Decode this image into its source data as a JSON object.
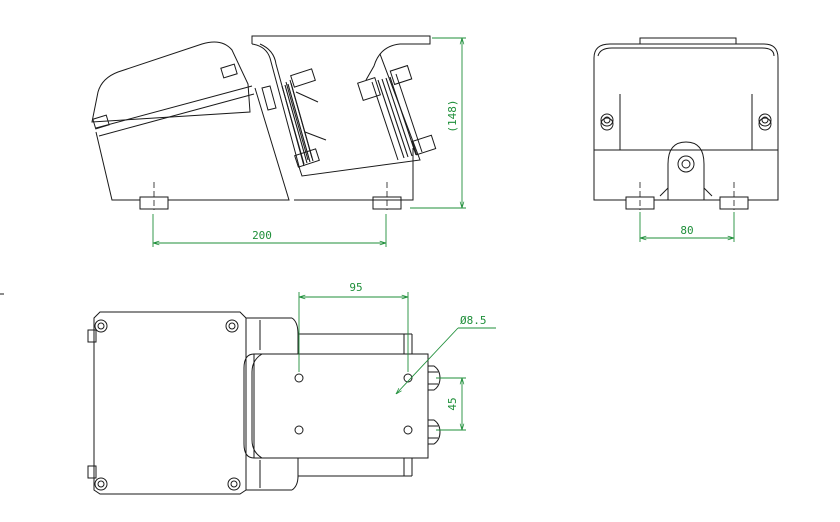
{
  "drawing": {
    "dimensions": {
      "side_length": "200",
      "side_height": "(148)",
      "front_width": "80",
      "top_spacing": "95",
      "hole_diameter": "Ø8.5",
      "hole_spacing": "45"
    },
    "colors": {
      "outline": "#1a1a1a",
      "dimension": "#1f8f3a",
      "background": "#ffffff"
    }
  }
}
